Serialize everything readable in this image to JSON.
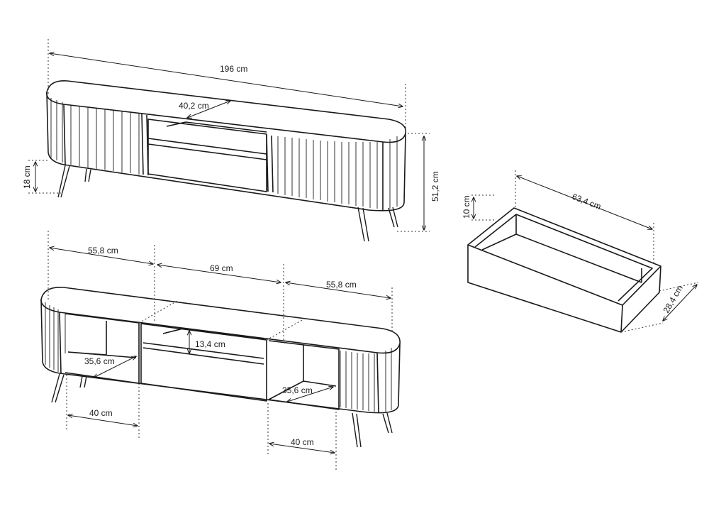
{
  "tv_unit_front": {
    "width_label": "196 cm",
    "depth_label": "40,2 cm",
    "leg_height_label": "18 cm",
    "total_height_label": "51,2 cm"
  },
  "tv_unit_open": {
    "left_section_label": "55,8 cm",
    "middle_section_label": "69 cm",
    "right_section_label": "55,8 cm",
    "shelf_height_label": "13,4 cm",
    "left_depth_label": "35,6 cm",
    "right_depth_label": "35,6 cm",
    "left_width_label": "40 cm",
    "right_width_label": "40 cm"
  },
  "drawer": {
    "length_label": "63,4 cm",
    "height_label": "10 cm",
    "depth_label": "28,4 cm"
  }
}
